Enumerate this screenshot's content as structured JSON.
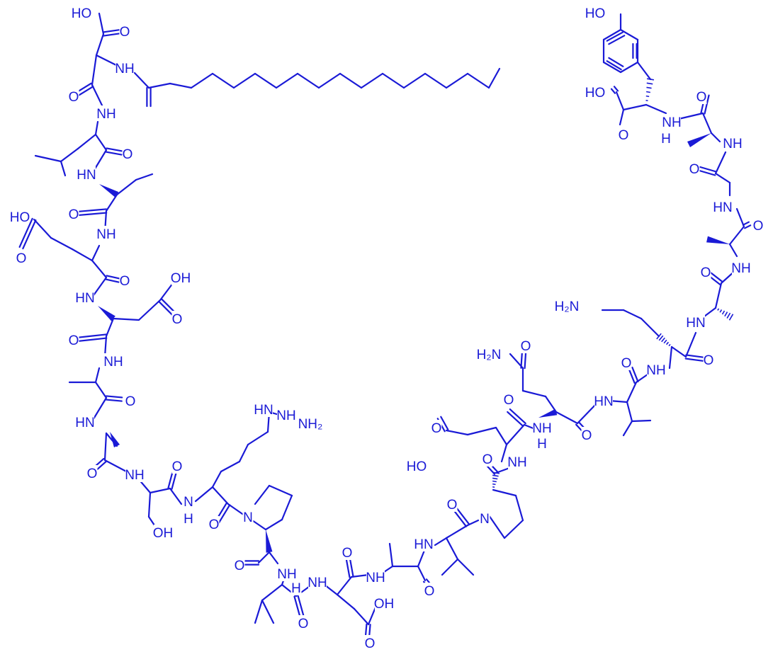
{
  "molecule": {
    "color": "#1a1ad6",
    "labels": {
      "oh": "OH",
      "ho": "HO",
      "o": "O",
      "nh": "NH",
      "hn": "HN",
      "n": "N",
      "h": "H",
      "nh2": "NH₂",
      "h2n": "H₂N"
    }
  }
}
